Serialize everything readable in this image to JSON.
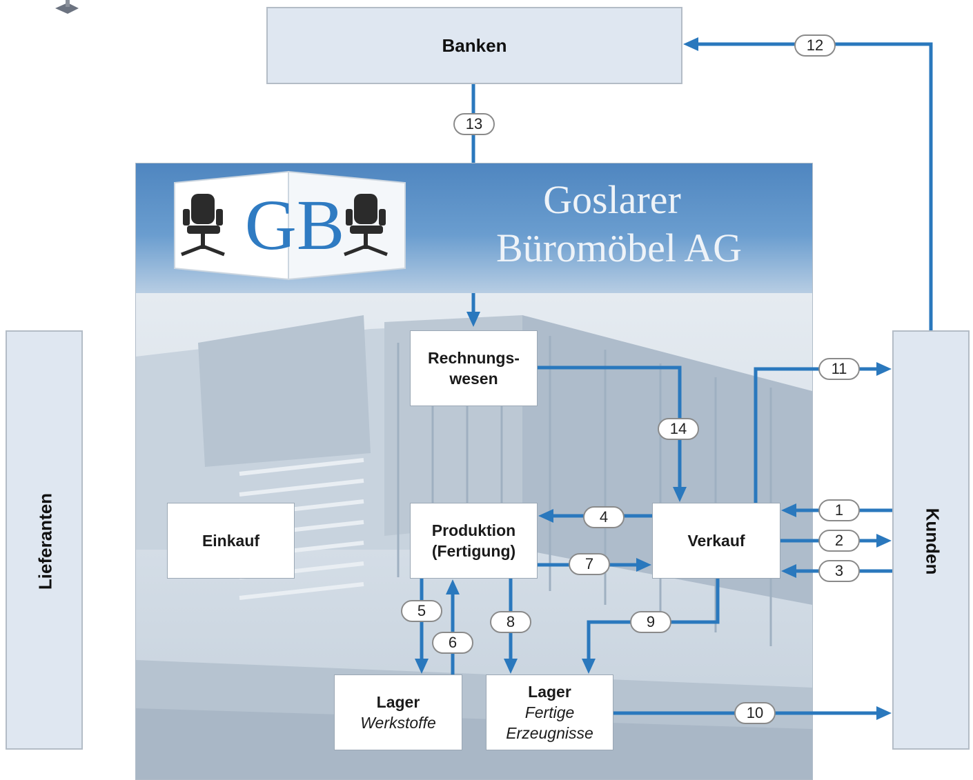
{
  "banks": {
    "label": "Banken"
  },
  "suppliers": {
    "label": "Lieferanten"
  },
  "customers": {
    "label": "Kunden"
  },
  "company": {
    "name_line1": "Goslarer",
    "name_line2": "Büromöbel AG",
    "logo_letters": "GB"
  },
  "departments": {
    "accounting_line1": "Rechnungs-",
    "accounting_line2": "wesen",
    "purchasing": "Einkauf",
    "production_line1": "Produktion",
    "production_line2": "(Fertigung)",
    "sales": "Verkauf",
    "storage_materials_title": "Lager",
    "storage_materials_sub": "Werkstoffe",
    "storage_products_title": "Lager",
    "storage_products_sub1": "Fertige",
    "storage_products_sub2": "Erzeugnisse"
  },
  "flows": [
    "1",
    "2",
    "3",
    "4",
    "5",
    "6",
    "7",
    "8",
    "9",
    "10",
    "11",
    "12",
    "13",
    "14"
  ],
  "colors": {
    "arrow": "#2a78bd",
    "panel": "#d9e2ea",
    "box_fill": "#dfe7f1",
    "banner": "#5b8fc4"
  }
}
